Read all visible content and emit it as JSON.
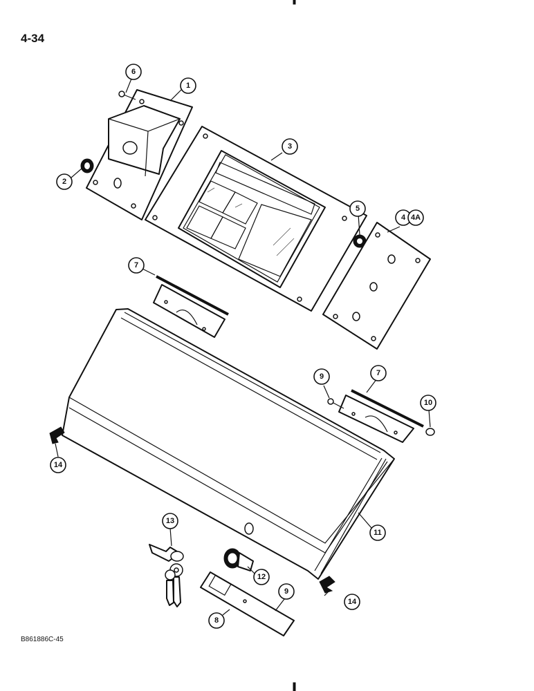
{
  "page": {
    "title": "4-34",
    "figure_code": "B861886C-45"
  },
  "callouts": [
    {
      "id": "c1",
      "label": "1"
    },
    {
      "id": "c2",
      "label": "2"
    },
    {
      "id": "c3",
      "label": "3"
    },
    {
      "id": "c4",
      "label": "4"
    },
    {
      "id": "c4a",
      "label": "4A"
    },
    {
      "id": "c5",
      "label": "5"
    },
    {
      "id": "c6",
      "label": "6"
    },
    {
      "id": "c7a",
      "label": "7"
    },
    {
      "id": "c7b",
      "label": "7"
    },
    {
      "id": "c8",
      "label": "8"
    },
    {
      "id": "c9a",
      "label": "9"
    },
    {
      "id": "c9b",
      "label": "9"
    },
    {
      "id": "c10",
      "label": "10"
    },
    {
      "id": "c11",
      "label": "11"
    },
    {
      "id": "c12",
      "label": "12"
    },
    {
      "id": "c13",
      "label": "13"
    },
    {
      "id": "c14a",
      "label": "14"
    },
    {
      "id": "c14b",
      "label": "14"
    }
  ]
}
